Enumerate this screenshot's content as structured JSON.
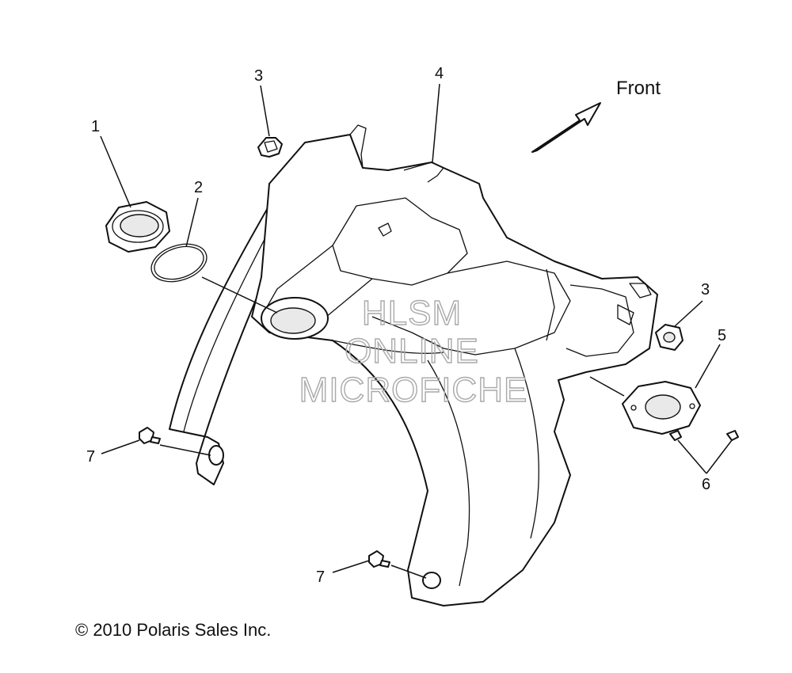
{
  "direction_label": "Front",
  "callouts": [
    {
      "id": "c1",
      "text": "1"
    },
    {
      "id": "c2",
      "text": "2"
    },
    {
      "id": "c3a",
      "text": "3"
    },
    {
      "id": "c3b",
      "text": "3"
    },
    {
      "id": "c4",
      "text": "4"
    },
    {
      "id": "c5",
      "text": "5"
    },
    {
      "id": "c6",
      "text": "6"
    },
    {
      "id": "c7a",
      "text": "7"
    },
    {
      "id": "c7b",
      "text": "7"
    }
  ],
  "watermark": [
    "HLSM",
    "ONLINE",
    "MICROFICHE"
  ],
  "copyright": "© 2010 Polaris Sales Inc.",
  "colors": {
    "line": "#111111",
    "watermark": "#a9a9a9",
    "background": "#ffffff"
  }
}
